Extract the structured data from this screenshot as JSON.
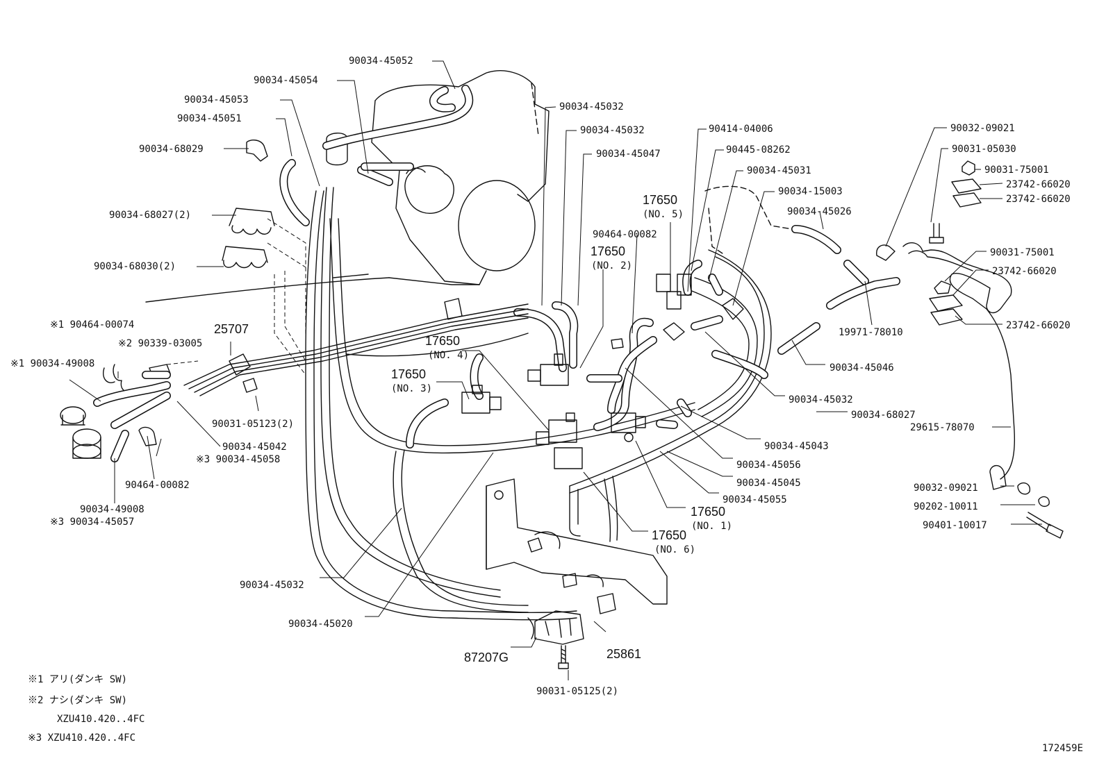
{
  "labels": {
    "p_90034_45052": "90034-45052",
    "p_90034_45054": "90034-45054",
    "p_90034_45053": "90034-45053",
    "p_90034_45051": "90034-45051",
    "p_90034_68029": "90034-68029",
    "p_90034_68027_2": "90034-68027(2)",
    "p_90034_68030_2": "90034-68030(2)",
    "p_90464_00074": "※1 90464-00074",
    "p_90339_03005": "※2 90339-03005",
    "p_90034_49008_a": "※1 90034-49008",
    "p_25707": "25707",
    "p_90031_05123": "90031-05123(2)",
    "p_90034_45042": "90034-45042",
    "p_90034_45058": "※3 90034-45058",
    "p_90464_00082_a": "90464-00082",
    "p_90034_49008_b": "90034-49008",
    "p_90034_45057": "※3 90034-45057",
    "p_90034_45032_a": "90034-45032",
    "p_90034_45032_b": "90034-45032",
    "p_90034_45047": "90034-45047",
    "p_17650_no2": "17650",
    "p_17650_no2_sub": "(NO. 2)",
    "p_90464_00082_b": "90464-00082",
    "p_17650_no4": "17650",
    "p_17650_no4_sub": "(NO. 4)",
    "p_17650_no3": "17650",
    "p_17650_no3_sub": "(NO. 3)",
    "p_90414_04006": "90414-04006",
    "p_90445_08262": "90445-08262",
    "p_90034_45031": "90034-45031",
    "p_90034_15003": "90034-15003",
    "p_17650_no5": "17650",
    "p_17650_no5_sub": "(NO. 5)",
    "p_90034_45026": "90034-45026",
    "p_19971_78010": "19971-78010",
    "p_90034_45046": "90034-45046",
    "p_90034_45032_c": "90034-45032",
    "p_90034_68027": "90034-68027",
    "p_90034_45043": "90034-45043",
    "p_90034_45056": "90034-45056",
    "p_90034_45045": "90034-45045",
    "p_90034_45055": "90034-45055",
    "p_17650_no1": "17650",
    "p_17650_no1_sub": "(NO. 1)",
    "p_17650_no6": "17650",
    "p_17650_no6_sub": "(NO. 6)",
    "p_90034_45032_d": "90034-45032",
    "p_90034_45020": "90034-45020",
    "p_87207g": "87207G",
    "p_25861": "25861",
    "p_90031_05125": "90031-05125(2)",
    "p_90032_09021_a": "90032-09021",
    "p_90031_05030": "90031-05030",
    "p_90031_75001_a": "90031-75001",
    "p_23742_66020_a": "23742-66020",
    "p_23742_66020_b": "23742-66020",
    "p_90031_75001_b": "90031-75001",
    "p_23742_66020_c": "23742-66020",
    "p_23742_66020_d": "23742-66020",
    "p_29615_78070": "29615-78070",
    "p_90032_09021_b": "90032-09021",
    "p_90202_10011": "90202-10011",
    "p_90401_10017": "90401-10017"
  },
  "notes": {
    "n1": "※1 アリ(ダンキ SW)",
    "n2": "※2 ナシ(ダンキ SW)",
    "n2b": "XZU410.420..4FC",
    "n3": "※3 XZU410.420..4FC"
  },
  "figure_id": "172459E"
}
